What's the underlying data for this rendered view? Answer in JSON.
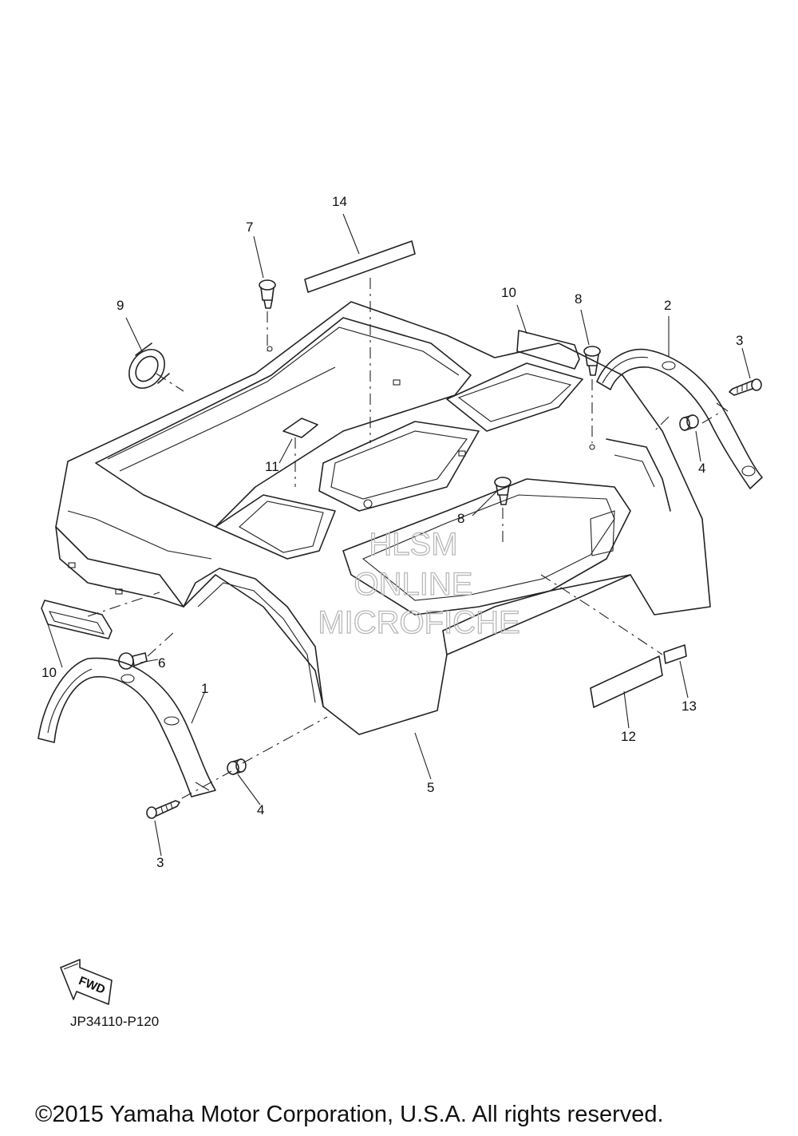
{
  "diagram": {
    "callouts": {
      "c1": "1",
      "c2": "2",
      "c3a": "3",
      "c3b": "3",
      "c4a": "4",
      "c4b": "4",
      "c5": "5",
      "c6": "6",
      "c7": "7",
      "c8a": "8",
      "c8b": "8",
      "c9": "9",
      "c10a": "10",
      "c10b": "10",
      "c11": "11",
      "c12": "12",
      "c13": "13",
      "c14": "14"
    },
    "watermark": {
      "line1": "HLSM",
      "line2": "ONLINE",
      "line3": "MICROFICHE"
    },
    "fwd_label": "FWD",
    "diagram_code": "JP34110-P120"
  },
  "footer": {
    "copyright": "©2015 Yamaha Motor Corporation, U.S.A. All rights reserved."
  }
}
